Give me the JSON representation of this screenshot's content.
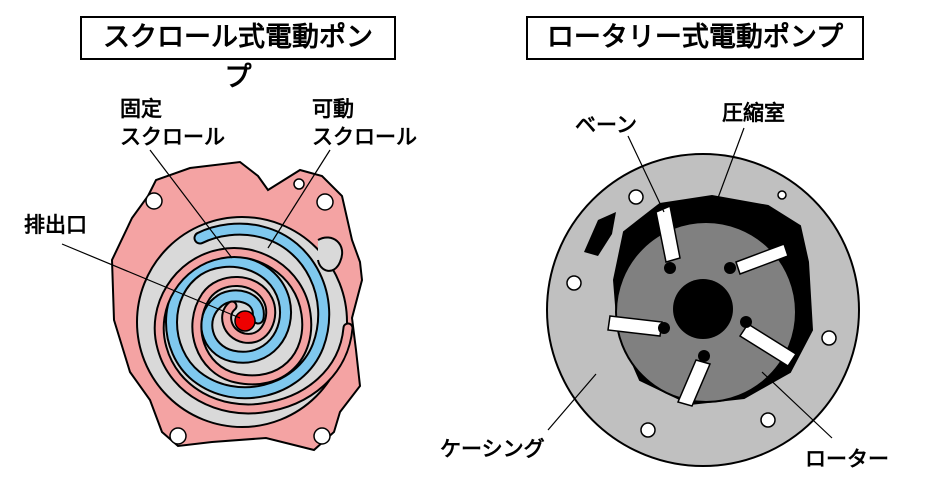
{
  "titles": {
    "scroll_pump": "スクロール式電動ポンプ",
    "rotary_pump": "ロータリー式電動ポンプ"
  },
  "scroll_labels": {
    "fixed_line1": "固定",
    "fixed_line2": "スクロール",
    "movable_line1": "可動",
    "movable_line2": "スクロール",
    "outlet": "排出口"
  },
  "rotary_labels": {
    "vane": "ベーン",
    "compression_chamber": "圧縮室",
    "casing": "ケーシング",
    "rotor": "ローター"
  },
  "colors": {
    "fixed_scroll": "#f4a3a3",
    "movable_scroll": "#7fc8ee",
    "scroll_gap": "#d9d9d9",
    "outlet": "#ee0000",
    "casing": "#c0c0c0",
    "rotor": "#808080",
    "chamber": "#000000"
  }
}
